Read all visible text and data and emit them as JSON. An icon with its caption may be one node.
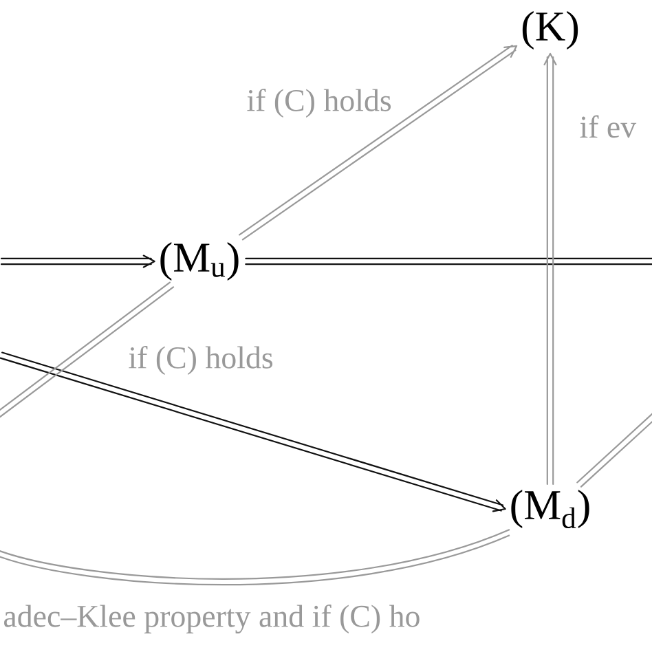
{
  "diagram": {
    "nodes": [
      {
        "text": [
          "(K)"
        ]
      },
      {
        "text": [
          "(M$_{u}$)"
        ]
      },
      {
        "text": [
          "(M$_{d}$)"
        ]
      }
    ],
    "edges": [
      {
        "from": null,
        "to": 1,
        "arrow": "to",
        "color": "#111111"
      },
      {
        "from": 1,
        "to": 0,
        "arrow": "to",
        "label": "if (C) holds"
      },
      {
        "from": 1,
        "to": null,
        "arrow": "none",
        "color": "#111111"
      },
      {
        "from": 2,
        "to": 0,
        "arrow": "to",
        "label": "if ev"
      },
      {
        "from": null,
        "to": 2,
        "arrow": "to",
        "color": "#111111"
      },
      {
        "from": null,
        "to": 1,
        "arrow": "none",
        "label": "if (C) holds"
      },
      {
        "from": 2,
        "to": null,
        "arrow": "none",
        "label": "adec–Klee property and if (C) ho"
      },
      {
        "from": 2,
        "to": null,
        "arrow": "none"
      }
    ]
  }
}
